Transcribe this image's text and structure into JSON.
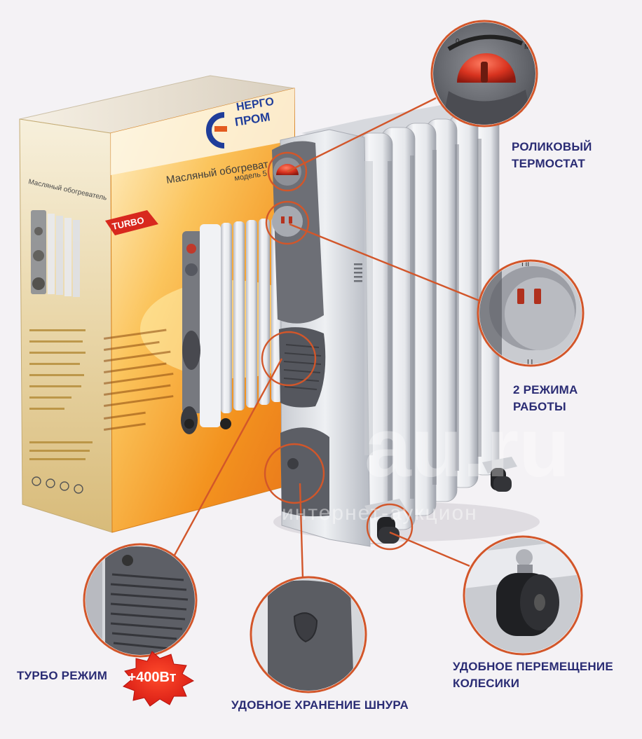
{
  "box": {
    "brand_line1": "НЕРГО",
    "brand_line2": "ПРОМ",
    "title": "Масляный обогреват",
    "model": "модель 5",
    "side_title": "Масляный обогреватель",
    "turbo_label": "TURBO"
  },
  "callouts": {
    "thermostat": [
      "РОЛИКОВЫЙ",
      "ТЕРМОСТАТ"
    ],
    "modes": [
      "2 РЕЖИМА",
      "РАБОТЫ"
    ],
    "turbo": [
      "ТУРБО РЕЖИМ"
    ],
    "turbo_badge": "+400Вт",
    "cord": [
      "УДОБНОЕ ХРАНЕНИЕ ШНУРА"
    ],
    "wheels": [
      "УДОБНОЕ ПЕРЕМЕЩЕНИЕ",
      "КОЛЕСИКИ"
    ]
  },
  "watermark": {
    "big": "au.ru",
    "small": "интернет-аукцион"
  },
  "colors": {
    "callout_text": "#2a2c74",
    "leader_line": "#d2562a",
    "box_orange": "#f29a24",
    "badge_red": "#e8271d"
  }
}
